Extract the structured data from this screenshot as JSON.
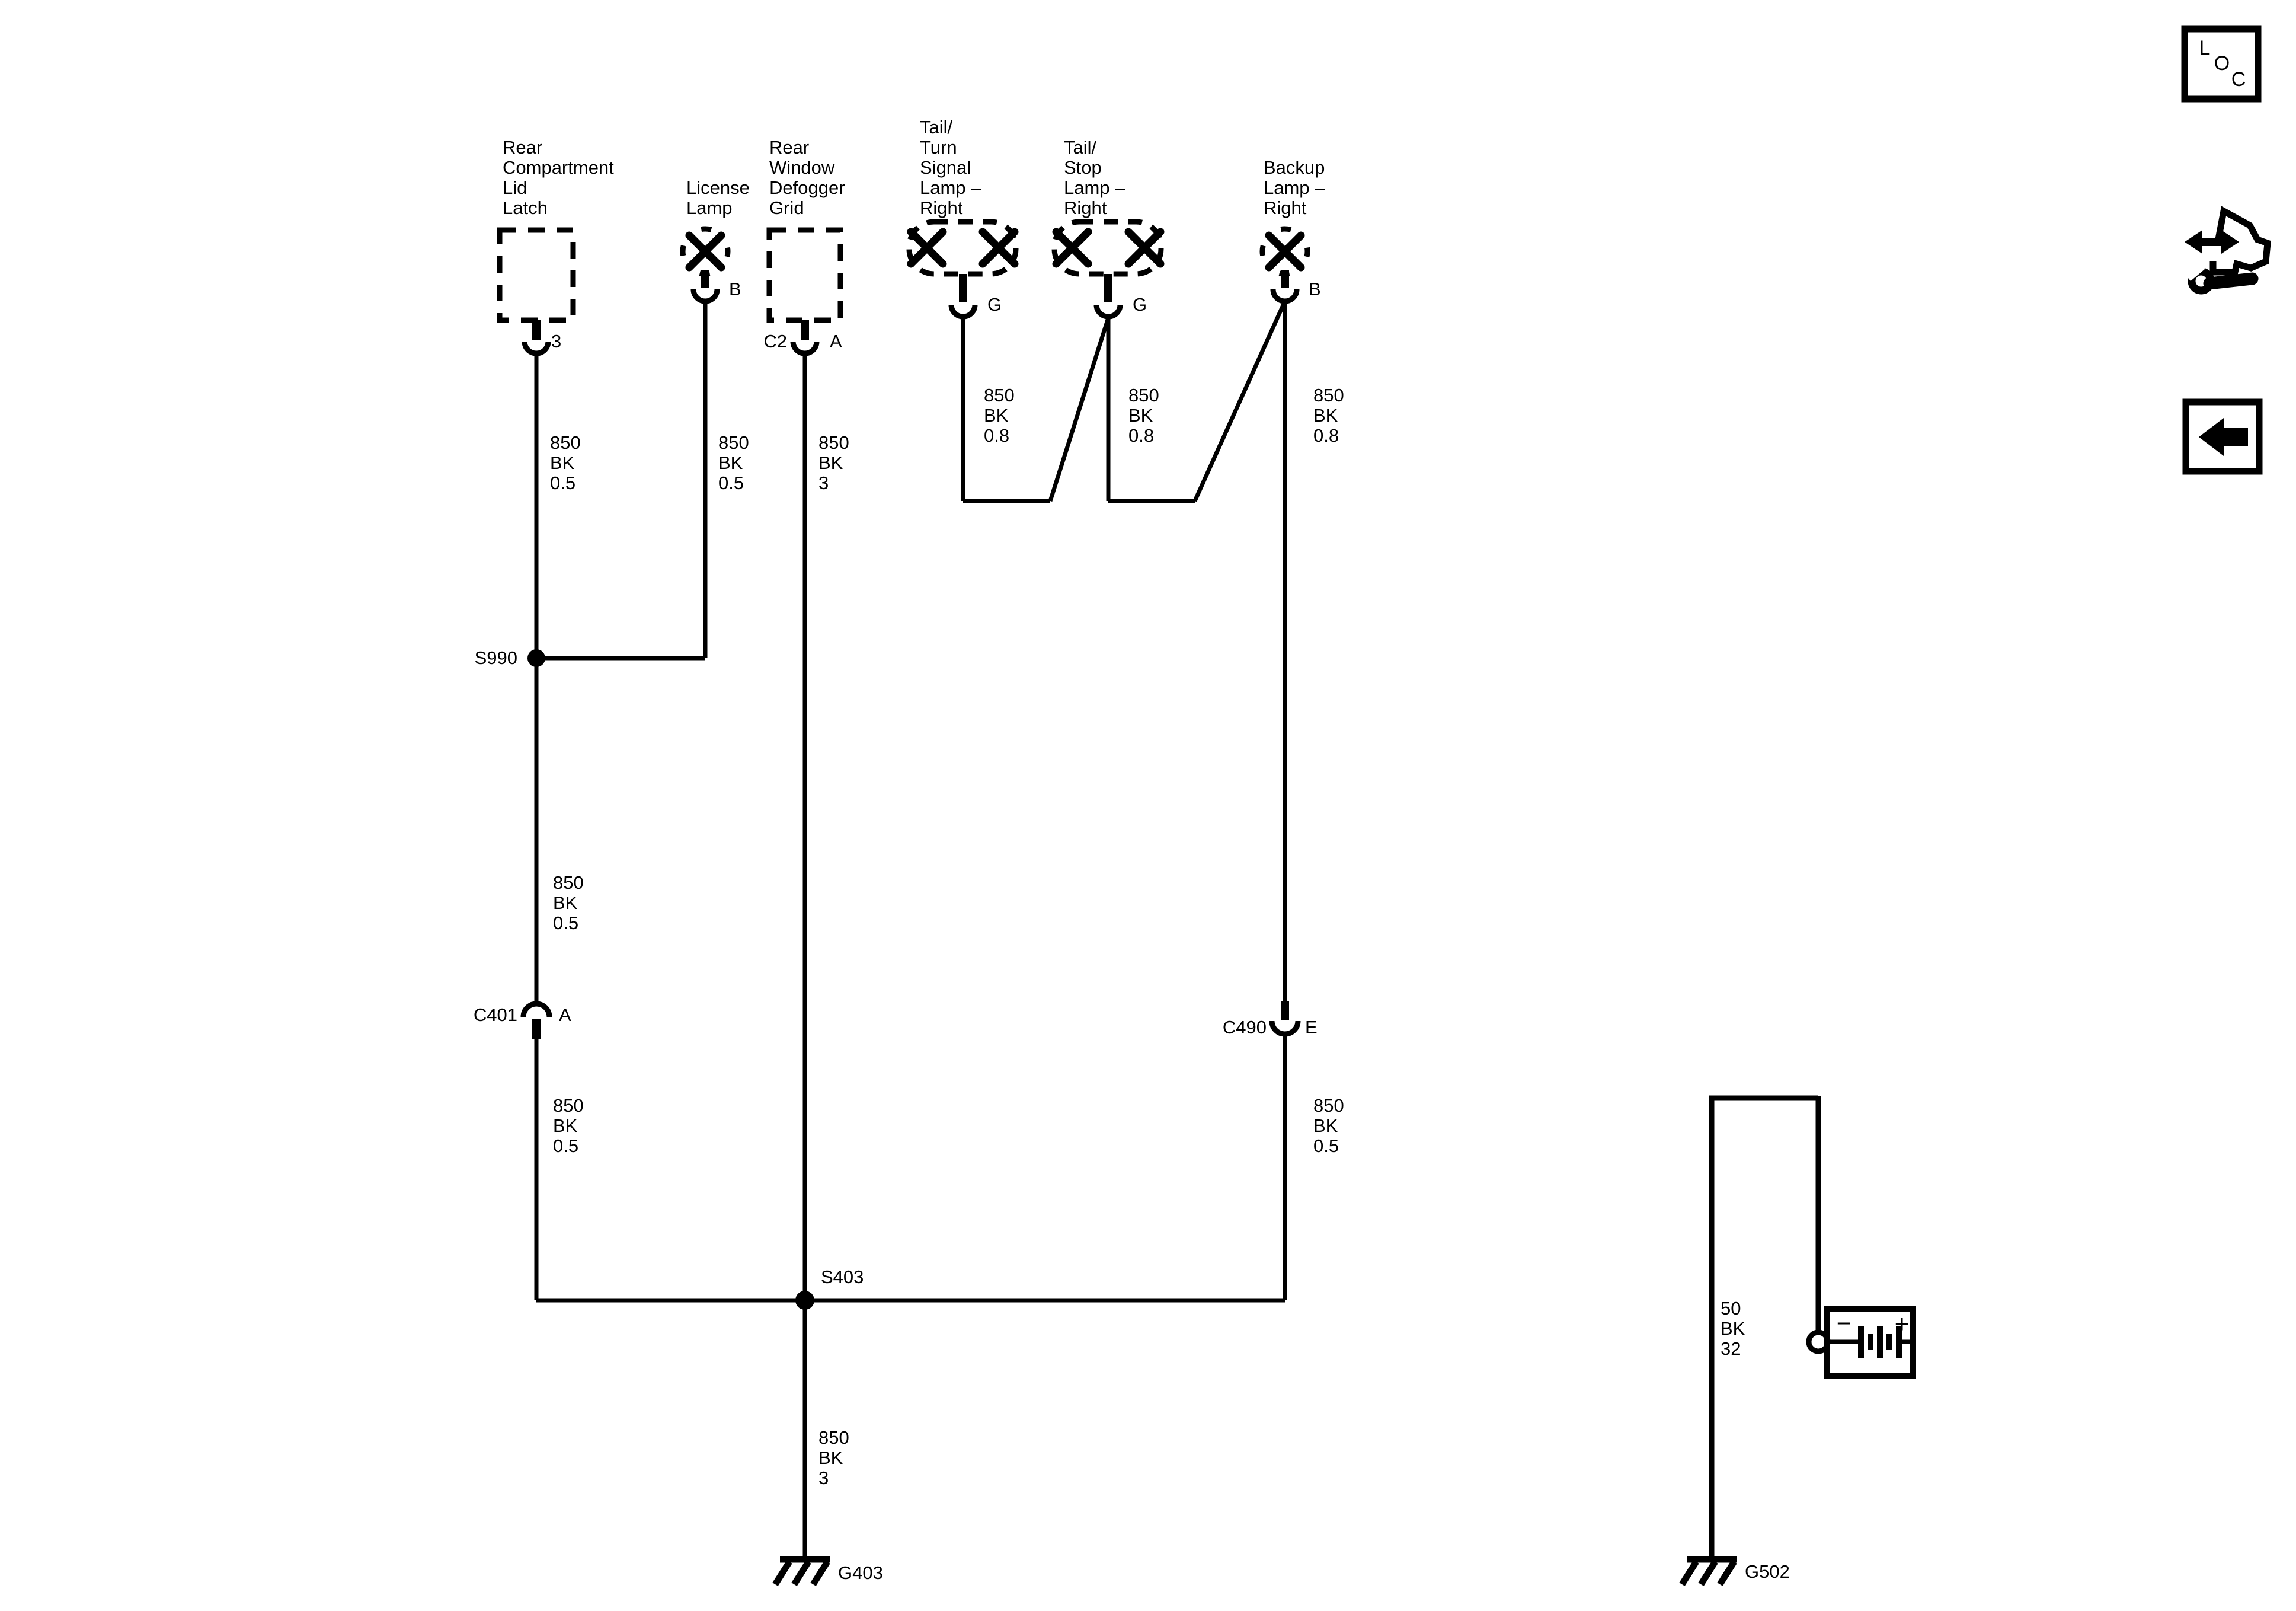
{
  "components": {
    "rear_compartment_lid_latch": {
      "label_lines": [
        "Rear",
        "Compartment",
        "Lid",
        "Latch"
      ],
      "pin_label": "3"
    },
    "license_lamp": {
      "label_lines": [
        "License",
        "Lamp"
      ],
      "pin_label": "B"
    },
    "rear_window_defogger_grid": {
      "label_lines": [
        "Rear",
        "Window",
        "Defogger",
        "Grid"
      ],
      "connector_label": "C2",
      "pin_label": "A"
    },
    "tail_turn_signal_lamp_right": {
      "label_lines": [
        "Tail/",
        "Turn",
        "Signal",
        "Lamp –",
        "Right"
      ],
      "pin_label": "G"
    },
    "tail_stop_lamp_right": {
      "label_lines": [
        "Tail/",
        "Stop",
        "Lamp –",
        "Right"
      ],
      "pin_label": "G"
    },
    "backup_lamp_right": {
      "label_lines": [
        "Backup",
        "Lamp –",
        "Right"
      ],
      "pin_label": "B"
    }
  },
  "wire_labels": {
    "latch": [
      "850",
      "BK",
      "0.5"
    ],
    "license": [
      "850",
      "BK",
      "0.5"
    ],
    "defogger": [
      "850",
      "BK",
      "3"
    ],
    "turn": [
      "850",
      "BK",
      "0.8"
    ],
    "stop": [
      "850",
      "BK",
      "0.8"
    ],
    "backup": [
      "850",
      "BK",
      "0.8"
    ],
    "above_c401": [
      "850",
      "BK",
      "0.5"
    ],
    "below_c401": [
      "850",
      "BK",
      "0.5"
    ],
    "below_c490": [
      "850",
      "BK",
      "0.5"
    ],
    "to_g403": [
      "850",
      "BK",
      "3"
    ],
    "battery_ground": [
      "50",
      "BK",
      "32"
    ]
  },
  "splices": {
    "s990": "S990",
    "s403": "S403"
  },
  "connectors": {
    "c401": {
      "name": "C401",
      "pin": "A"
    },
    "c490": {
      "name": "C490",
      "pin": "E"
    }
  },
  "grounds": {
    "g403": "G403",
    "g502": "G502"
  },
  "battery": {
    "negative_label": "−",
    "positive_label": "+"
  },
  "icons": {
    "loc_letters": [
      "L",
      "O",
      "C"
    ]
  },
  "colors": {
    "line": "#000000",
    "background": "#ffffff"
  }
}
